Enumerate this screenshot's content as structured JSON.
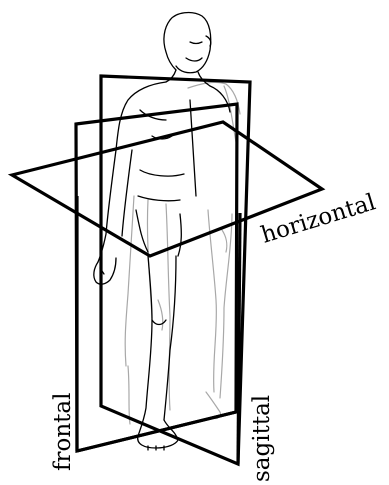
{
  "labels": {
    "horizontal": "horizontal",
    "frontal": "frontal",
    "sagittal": "sagittal"
  },
  "colors": {
    "plane_stroke": "#000000",
    "figure_front": "#000000",
    "figure_behind": "#a8a8a8",
    "background": "#ffffff"
  }
}
